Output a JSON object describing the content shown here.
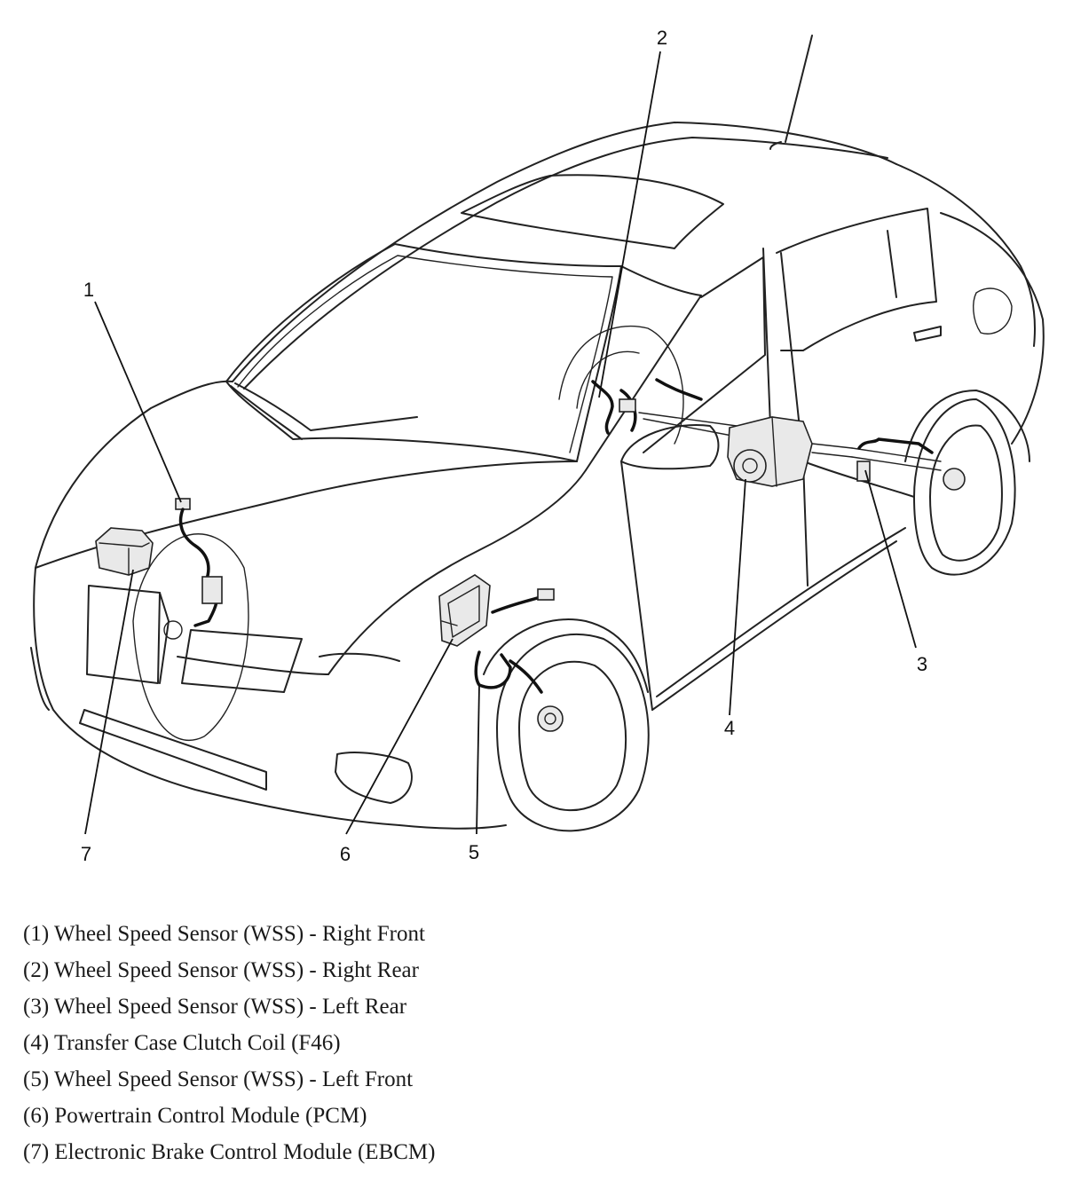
{
  "callouts": [
    {
      "number": "1",
      "label": "Wheel Speed Sensor (WSS) - Right Front"
    },
    {
      "number": "2",
      "label": "Wheel Speed Sensor (WSS) - Right Rear"
    },
    {
      "number": "3",
      "label": "Wheel Speed Sensor (WSS) - Left Rear"
    },
    {
      "number": "4",
      "label": "Transfer Case Clutch Coil (F46)"
    },
    {
      "number": "5",
      "label": "Wheel Speed Sensor (WSS) - Left Front"
    },
    {
      "number": "6",
      "label": "Powertrain Control Module (PCM)"
    },
    {
      "number": "7",
      "label": "Electronic Brake Control Module (EBCM)"
    }
  ],
  "legend": [
    "(1) Wheel Speed Sensor (WSS) - Right Front",
    "(2) Wheel Speed Sensor (WSS) - Right Rear",
    "(3) Wheel Speed Sensor (WSS) - Left Rear",
    "(4) Transfer Case Clutch Coil (F46)",
    "(5) Wheel Speed Sensor (WSS) - Left Front",
    "(6) Powertrain Control Module (PCM)",
    "(7) Electronic Brake Control Module (EBCM)"
  ]
}
